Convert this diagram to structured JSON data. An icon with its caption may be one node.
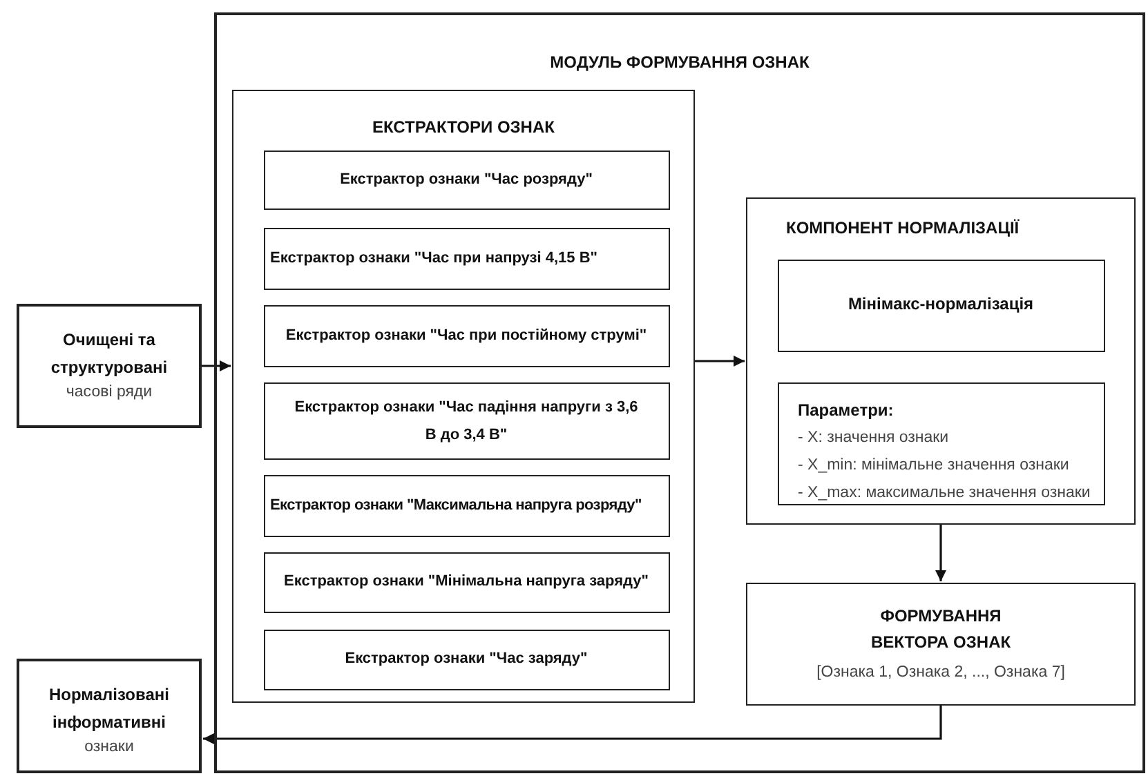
{
  "diagram": {
    "nodes": [
      {
        "text": [
          "Очищені та структуровані",
          "часові ряди"
        ]
      },
      {
        "text": [
          "МОДУЛЬ ФОРМУВАННЯ ОЗНАК"
        ]
      },
      {
        "text": [
          "ЕКСТРАКТОРИ ОЗНАК"
        ],
        "in": 1
      },
      {
        "text": [
          "Екстрактор ознаки \"Час розряду\""
        ],
        "in": 2
      },
      {
        "text": [
          "Екстрактор ознаки \"Час при напрузі 4,15 В\""
        ],
        "in": 2
      },
      {
        "text": [
          "Екстрактор ознаки \"Час при постійному струмі\""
        ],
        "in": 2
      },
      {
        "text": [
          "Екстрактор ознаки \"Час падіння напруги з 3,6 В до 3,4 В\""
        ],
        "in": 2
      },
      {
        "text": [
          "Екстрактор ознаки \"Максимальна напруга розряду\""
        ],
        "in": 2
      },
      {
        "text": [
          "Екстрактор ознаки \"Мінімальна напруга заряду\""
        ],
        "in": 2
      },
      {
        "text": [
          "Екстрактор ознаки \"Час заряду\""
        ],
        "in": 2
      },
      {
        "text": [
          "КОМПОНЕНТ НОРМАЛІЗАЦІЇ"
        ],
        "in": 1
      },
      {
        "text": [
          "Мінімакс-нормалізація"
        ],
        "in": 10
      },
      {
        "text": [
          "Параметри:",
          "- X: значення ознаки",
          "- X_min: мінімальне значення ознаки",
          "- X_max: максимальне значення ознаки"
        ],
        "in": 10
      },
      {
        "text": [
          "ФОРМУВАННЯ ВЕКТОРА ОЗНАК",
          "[Ознака 1, Ознака 2, ..., Ознака 7]"
        ],
        "in": 1
      },
      {
        "text": [
          "Нормалізовані інформативні",
          "ознаки"
        ]
      }
    ],
    "edges": [
      {
        "from": 0,
        "to": 2,
        "arrow": "to"
      },
      {
        "from": 2,
        "to": 10,
        "arrow": "to"
      },
      {
        "from": 10,
        "to": 13,
        "arrow": "to"
      },
      {
        "from": 13,
        "to": 14,
        "arrow": "to"
      }
    ]
  }
}
